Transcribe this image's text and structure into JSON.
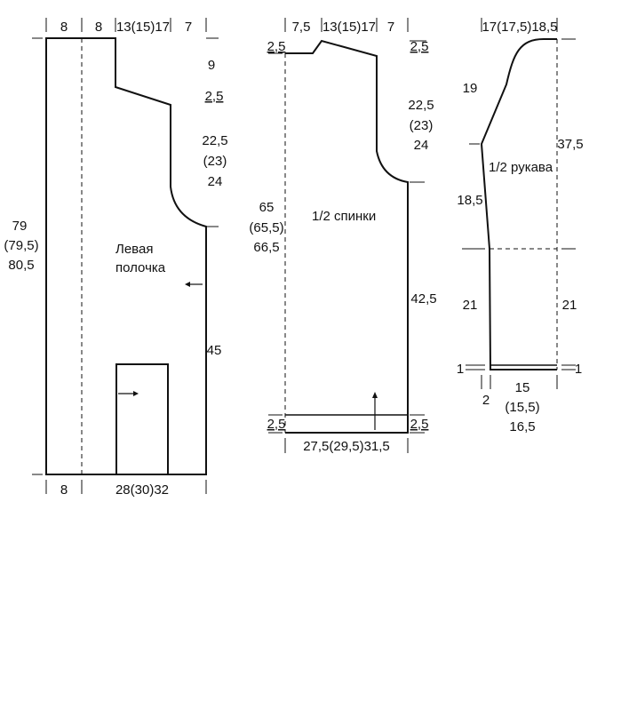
{
  "colors": {
    "line": "#111111",
    "background": "#ffffff"
  },
  "left_front": {
    "title_line1": "Левая",
    "title_line2": "полочка",
    "top": {
      "w1": "8",
      "w2": "8",
      "w3": "13(15)17",
      "w4": "7"
    },
    "right": {
      "h1": "9",
      "h2": "2,5",
      "h3a": "22,5",
      "h3b": "(23)",
      "h3c": "24",
      "h4": "45"
    },
    "left": {
      "a": "79",
      "b": "(79,5)",
      "c": "80,5"
    },
    "bottom": {
      "b1": "8",
      "b2": "28(30)32"
    }
  },
  "back": {
    "title": "1/2 спинки",
    "top": {
      "w1": "7,5",
      "w2": "13(15)17",
      "w3": "7"
    },
    "left": {
      "top_rib": "2,5",
      "a": "65",
      "b": "(65,5)",
      "c": "66,5",
      "bottom_rib": "2,5"
    },
    "right": {
      "top_rib": "2,5",
      "a": "22,5",
      "b": "(23)",
      "c": "24",
      "d": "42,5",
      "bottom_rib": "2,5"
    },
    "bottom": "27,5(29,5)31,5"
  },
  "sleeve": {
    "title": "1/2 рукава",
    "top": "17(17,5)18,5",
    "left": {
      "cap": "19",
      "taper": "18,5",
      "straight": "21",
      "cuff": "1"
    },
    "right": {
      "length": "37,5",
      "straight": "21",
      "cuff": "1"
    },
    "bottom": {
      "offset": "2",
      "a": "15",
      "b": "(15,5)",
      "c": "16,5"
    }
  }
}
